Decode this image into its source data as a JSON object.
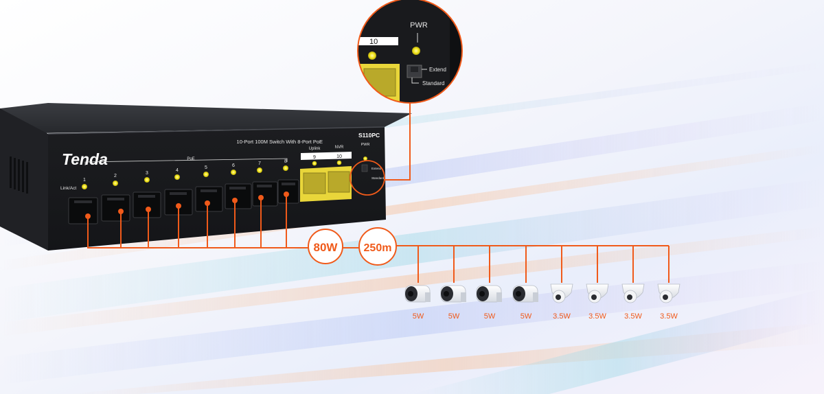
{
  "device": {
    "brand": "Tenda",
    "title": "10-Port 100M Switch With 8-Port PoE",
    "model": "S110PC",
    "poe_label": "PoE",
    "link_label": "Link/Act",
    "port_numbers": [
      "1",
      "2",
      "3",
      "4",
      "5",
      "6",
      "7",
      "8"
    ],
    "uplink_label": "Uplink",
    "nvr_label": "NVR",
    "uplink_port": "9",
    "nvr_port": "10",
    "pwr_label": "PWR",
    "extend_label": "Extend",
    "standard_label": "Standard"
  },
  "zoom": {
    "nvr_port": "10",
    "pwr_label": "PWR",
    "extend_label": "Extend",
    "standard_label": "Standard"
  },
  "badges": {
    "power_budget": "80W",
    "distance": "250m"
  },
  "cameras": [
    {
      "type": "bullet",
      "power": "5W"
    },
    {
      "type": "bullet",
      "power": "5W"
    },
    {
      "type": "bullet",
      "power": "5W"
    },
    {
      "type": "bullet",
      "power": "5W"
    },
    {
      "type": "dome",
      "power": "3.5W"
    },
    {
      "type": "dome",
      "power": "3.5W"
    },
    {
      "type": "dome",
      "power": "3.5W"
    },
    {
      "type": "dome",
      "power": "3.5W"
    }
  ],
  "colors": {
    "accent": "#f05a1a",
    "led": "#f2e51c",
    "chassis": "#1e1f22",
    "uplink_port": "#e9d63a"
  }
}
